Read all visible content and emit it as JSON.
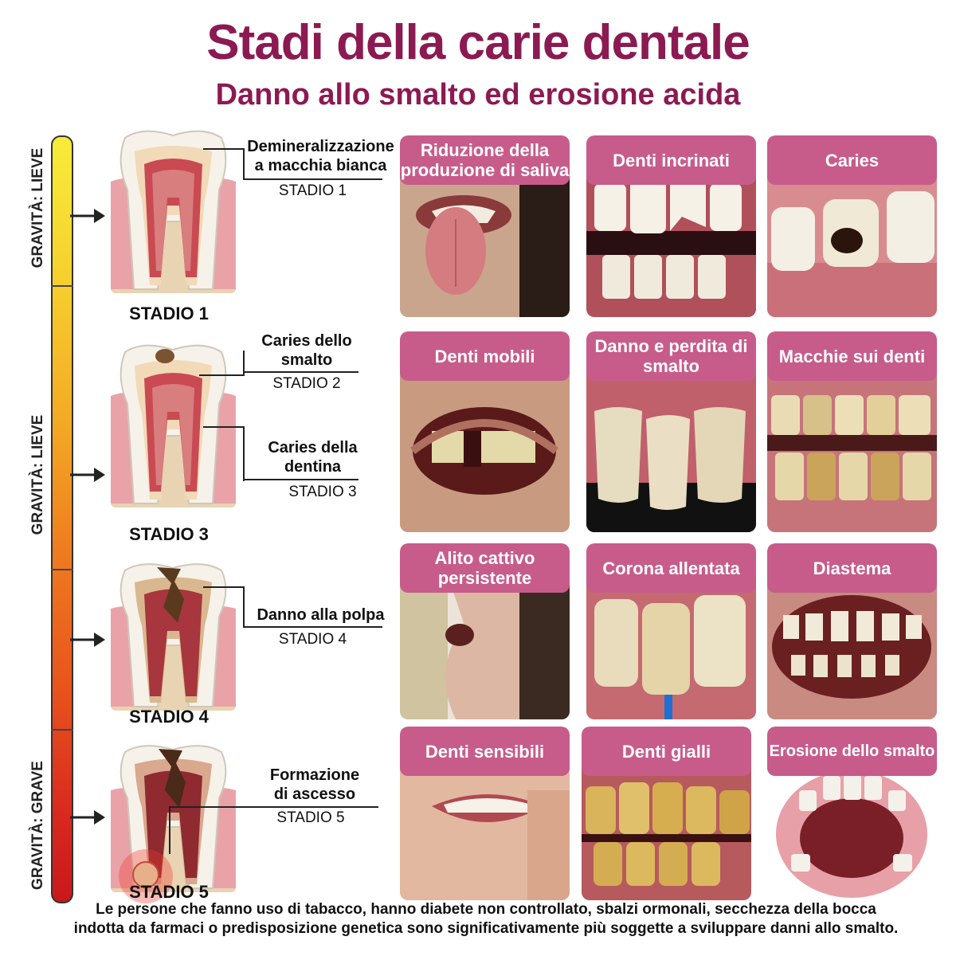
{
  "title": "Stadi della carie dentale",
  "subtitle": "Danno allo smalto ed erosione acida",
  "severity_labels": [
    "GRAVITÀ: LIEVE",
    "GRAVITÀ: LIEVE",
    "GRAVITÀ: GRAVE"
  ],
  "stages": [
    {
      "caption": "STADIO 1",
      "labels": [
        {
          "text1": "Demineralizzazione",
          "text2": "a macchia bianca",
          "stadio": "STADIO 1"
        }
      ]
    },
    {
      "caption": "STADIO 3",
      "labels": [
        {
          "text1": "Caries dello",
          "text2": "smalto",
          "stadio": "STADIO 2"
        },
        {
          "text1": "Caries della",
          "text2": "dentina",
          "stadio": "STADIO 3"
        }
      ]
    },
    {
      "caption": "STADIO 4",
      "labels": [
        {
          "text1": "Danno alla polpa",
          "text2": "",
          "stadio": "STADIO 4"
        }
      ]
    },
    {
      "caption": "STADIO 5",
      "labels": [
        {
          "text1": "Formazione",
          "text2": "di ascesso",
          "stadio": "STADIO 5"
        }
      ]
    }
  ],
  "cards": [
    "Riduzione della produzione di saliva",
    "Denti incrinati",
    "Caries",
    "Denti mobili",
    "Danno e perdita di smalto",
    "Macchie sui denti",
    "Alito cattivo persistente",
    "Corona allentata",
    "Diastema",
    "Denti sensibili",
    "Denti gialli",
    "Erosione dello smalto"
  ],
  "footnote": "Le persone che fanno uso di tabacco, hanno diabete non controllato, sbalzi ormonali, secchezza della bocca indotta da farmaci o predisposizione genetica sono significativamente più soggette a sviluppare danni allo smalto.",
  "colors": {
    "title": "#8c1a52",
    "card_header": "#c75c8b",
    "bar_top": "#f7ec3a",
    "bar_bottom": "#c8181a"
  }
}
